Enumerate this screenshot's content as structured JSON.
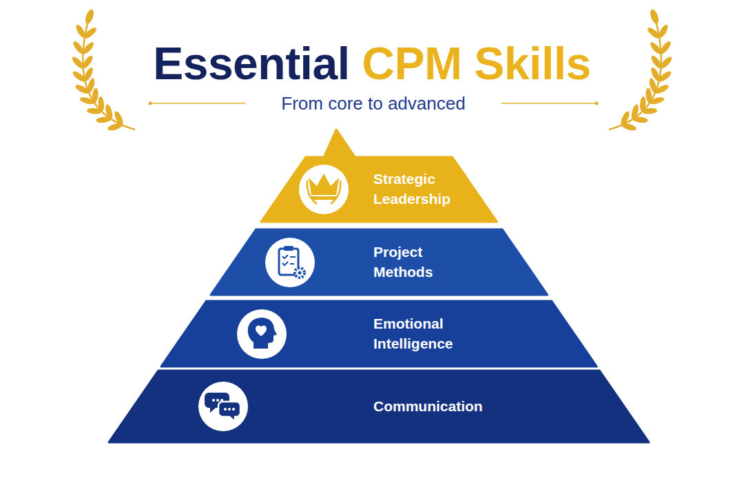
{
  "diagram": {
    "title": "Essential CPM Skills",
    "nodes": [
      {
        "text": [
          "Strategic Leadership"
        ]
      },
      {
        "text": [
          "Project Methods"
        ]
      },
      {
        "text": [
          "Emotional Intelligence"
        ]
      },
      {
        "text": [
          "Communication"
        ]
      }
    ],
    "labels": [
      "From core to advanced"
    ]
  }
}
